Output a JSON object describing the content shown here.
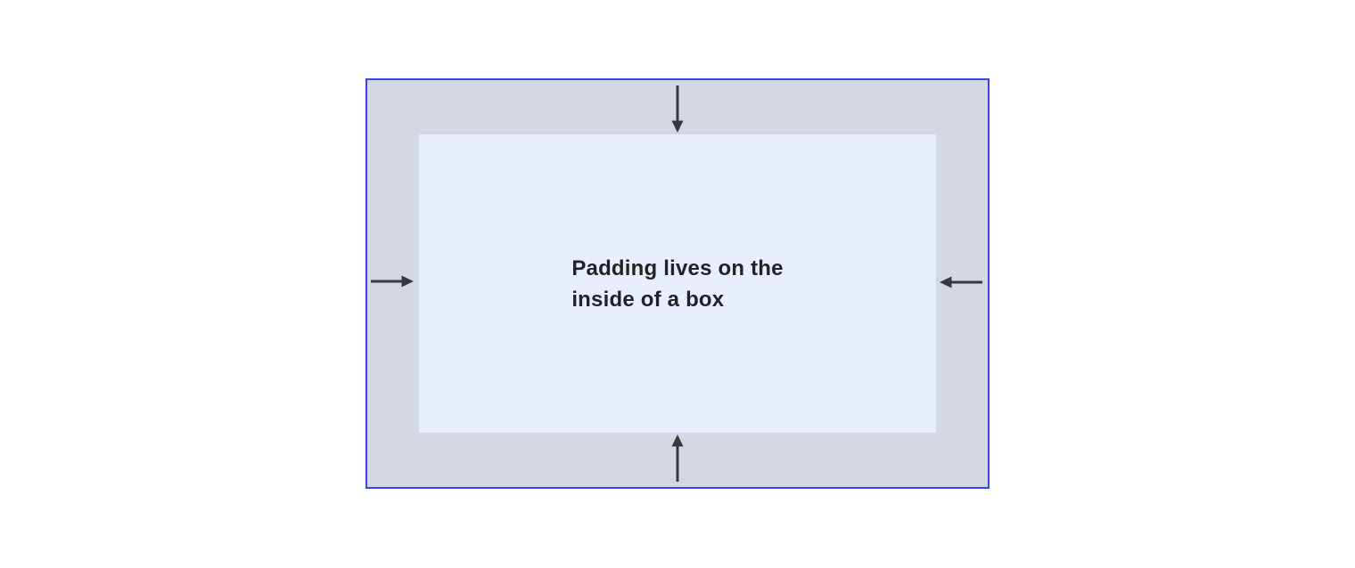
{
  "diagram": {
    "label": "Padding lives on the inside of a box",
    "label_lines": [
      "Padding lives on the",
      "inside of a box"
    ],
    "arrows": {
      "top": "arrow-down-icon",
      "bottom": "arrow-up-icon",
      "left": "arrow-right-icon",
      "right": "arrow-left-icon"
    }
  },
  "colors": {
    "page_bg": "#ffffff",
    "box_border": "#3c44ee",
    "padding_fill": "#d4d8e2",
    "content_fill": "#e9eefc",
    "arrow_color": "#37393d",
    "text_color": "#212327"
  }
}
